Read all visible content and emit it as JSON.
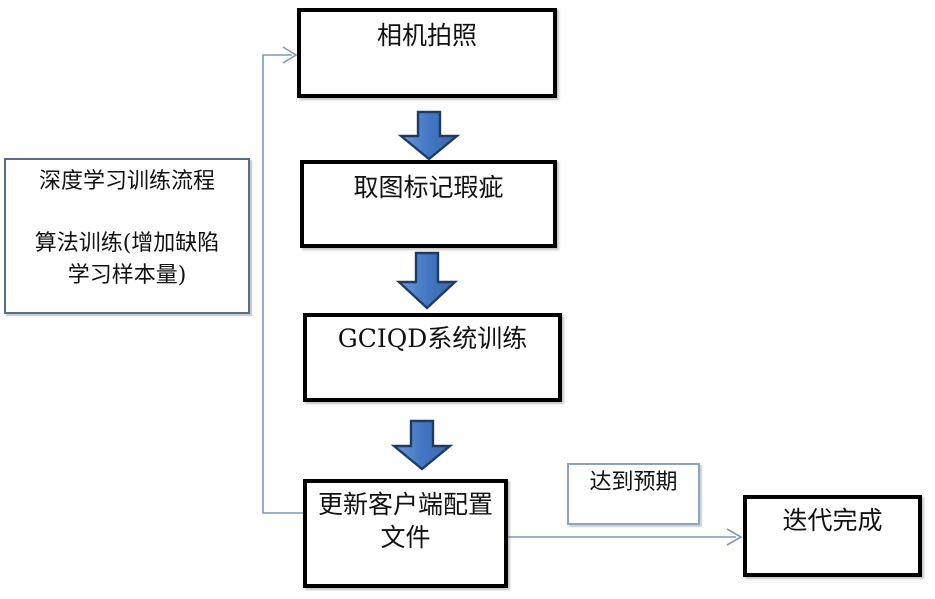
{
  "diagram": {
    "type": "flowchart",
    "nodes": {
      "camera": "相机拍照",
      "mark_defects": "取图标记瑕疵",
      "system_training": "GCIQD系统训练",
      "update_config": "更新客户端配置\n文件",
      "side_note": "深度学习训练流程\n\n算法训练(增加缺陷\n学习样本量)",
      "expectation": "达到预期",
      "done": "迭代完成"
    },
    "edges": [
      {
        "from": "camera",
        "to": "mark_defects",
        "style": "block-arrow-down"
      },
      {
        "from": "mark_defects",
        "to": "system_training",
        "style": "block-arrow-down"
      },
      {
        "from": "system_training",
        "to": "update_config",
        "style": "block-arrow-down"
      },
      {
        "from": "update_config",
        "to": "camera",
        "style": "thin-loopback-left"
      },
      {
        "from": "update_config",
        "to": "done",
        "style": "thin-right",
        "label": "达到预期"
      }
    ],
    "colors": {
      "background": "#ffffff",
      "box_border": "#000000",
      "side_box_border": "#5d6e84",
      "expect_box_border": "#8fa3bc",
      "connector": "#7d99bb",
      "block_arrow_fill": "#4377c4",
      "block_arrow_border": "#1f3a63",
      "text": "#111111"
    }
  }
}
